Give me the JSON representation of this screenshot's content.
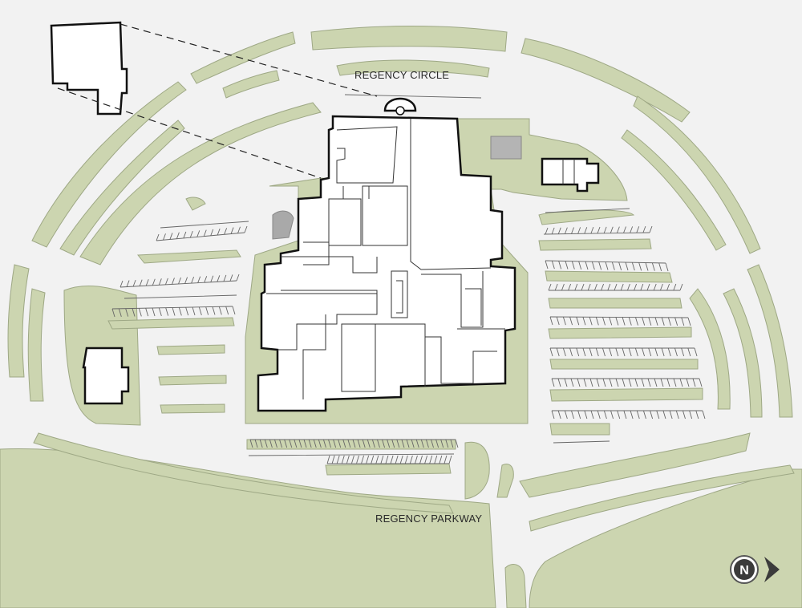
{
  "map": {
    "street_labels": {
      "north_road": "REGENCY CIRCLE",
      "south_road": "REGENCY PARKWAY"
    },
    "compass": {
      "letter": "N",
      "direction": "east"
    },
    "colors": {
      "background": "#f2f2f2",
      "green_space": "#ccd5b0",
      "building_fill": "#ffffff",
      "building_outline": "#111111",
      "compass_fill": "#3b3b3b"
    }
  }
}
